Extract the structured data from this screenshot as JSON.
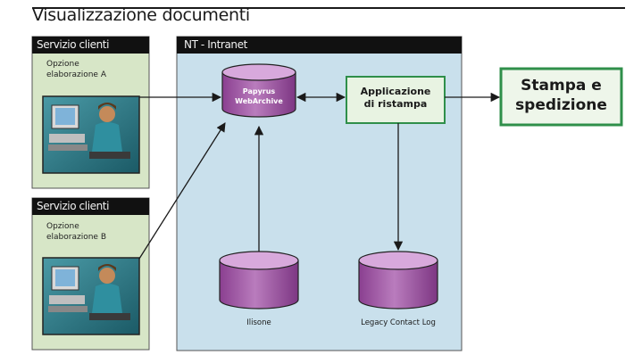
{
  "title": "Visualizzazione documenti",
  "left_panels": [
    {
      "header": "Servizio clienti",
      "line1": "Opzione",
      "line2": "elaborazione A"
    },
    {
      "header": "Servizio clienti",
      "line1": "Opzione",
      "line2": "elaborazione B"
    }
  ],
  "intranet": {
    "header": "NT - Intranet"
  },
  "nodes": {
    "webarchive": {
      "line1": "Papyrus",
      "line2": "WebArchive"
    },
    "reprint": {
      "line1": "Applicazione",
      "line2": "di ristampa"
    },
    "print_ship": {
      "line1": "Stampa e",
      "line2": "spedizione"
    },
    "db_left": {
      "label": "Ilisone"
    },
    "db_right": {
      "label": "Legacy Contact Log"
    }
  },
  "colors": {
    "header_bg": "#111111",
    "left_panel_bg": "#d7e6c7",
    "intranet_bg": "#c9e0ec",
    "db_purple": "#a45aa9",
    "db_top": "#d8a9dc",
    "green_box": "#2f8f4a",
    "green_fill": "#e8f3e2"
  }
}
